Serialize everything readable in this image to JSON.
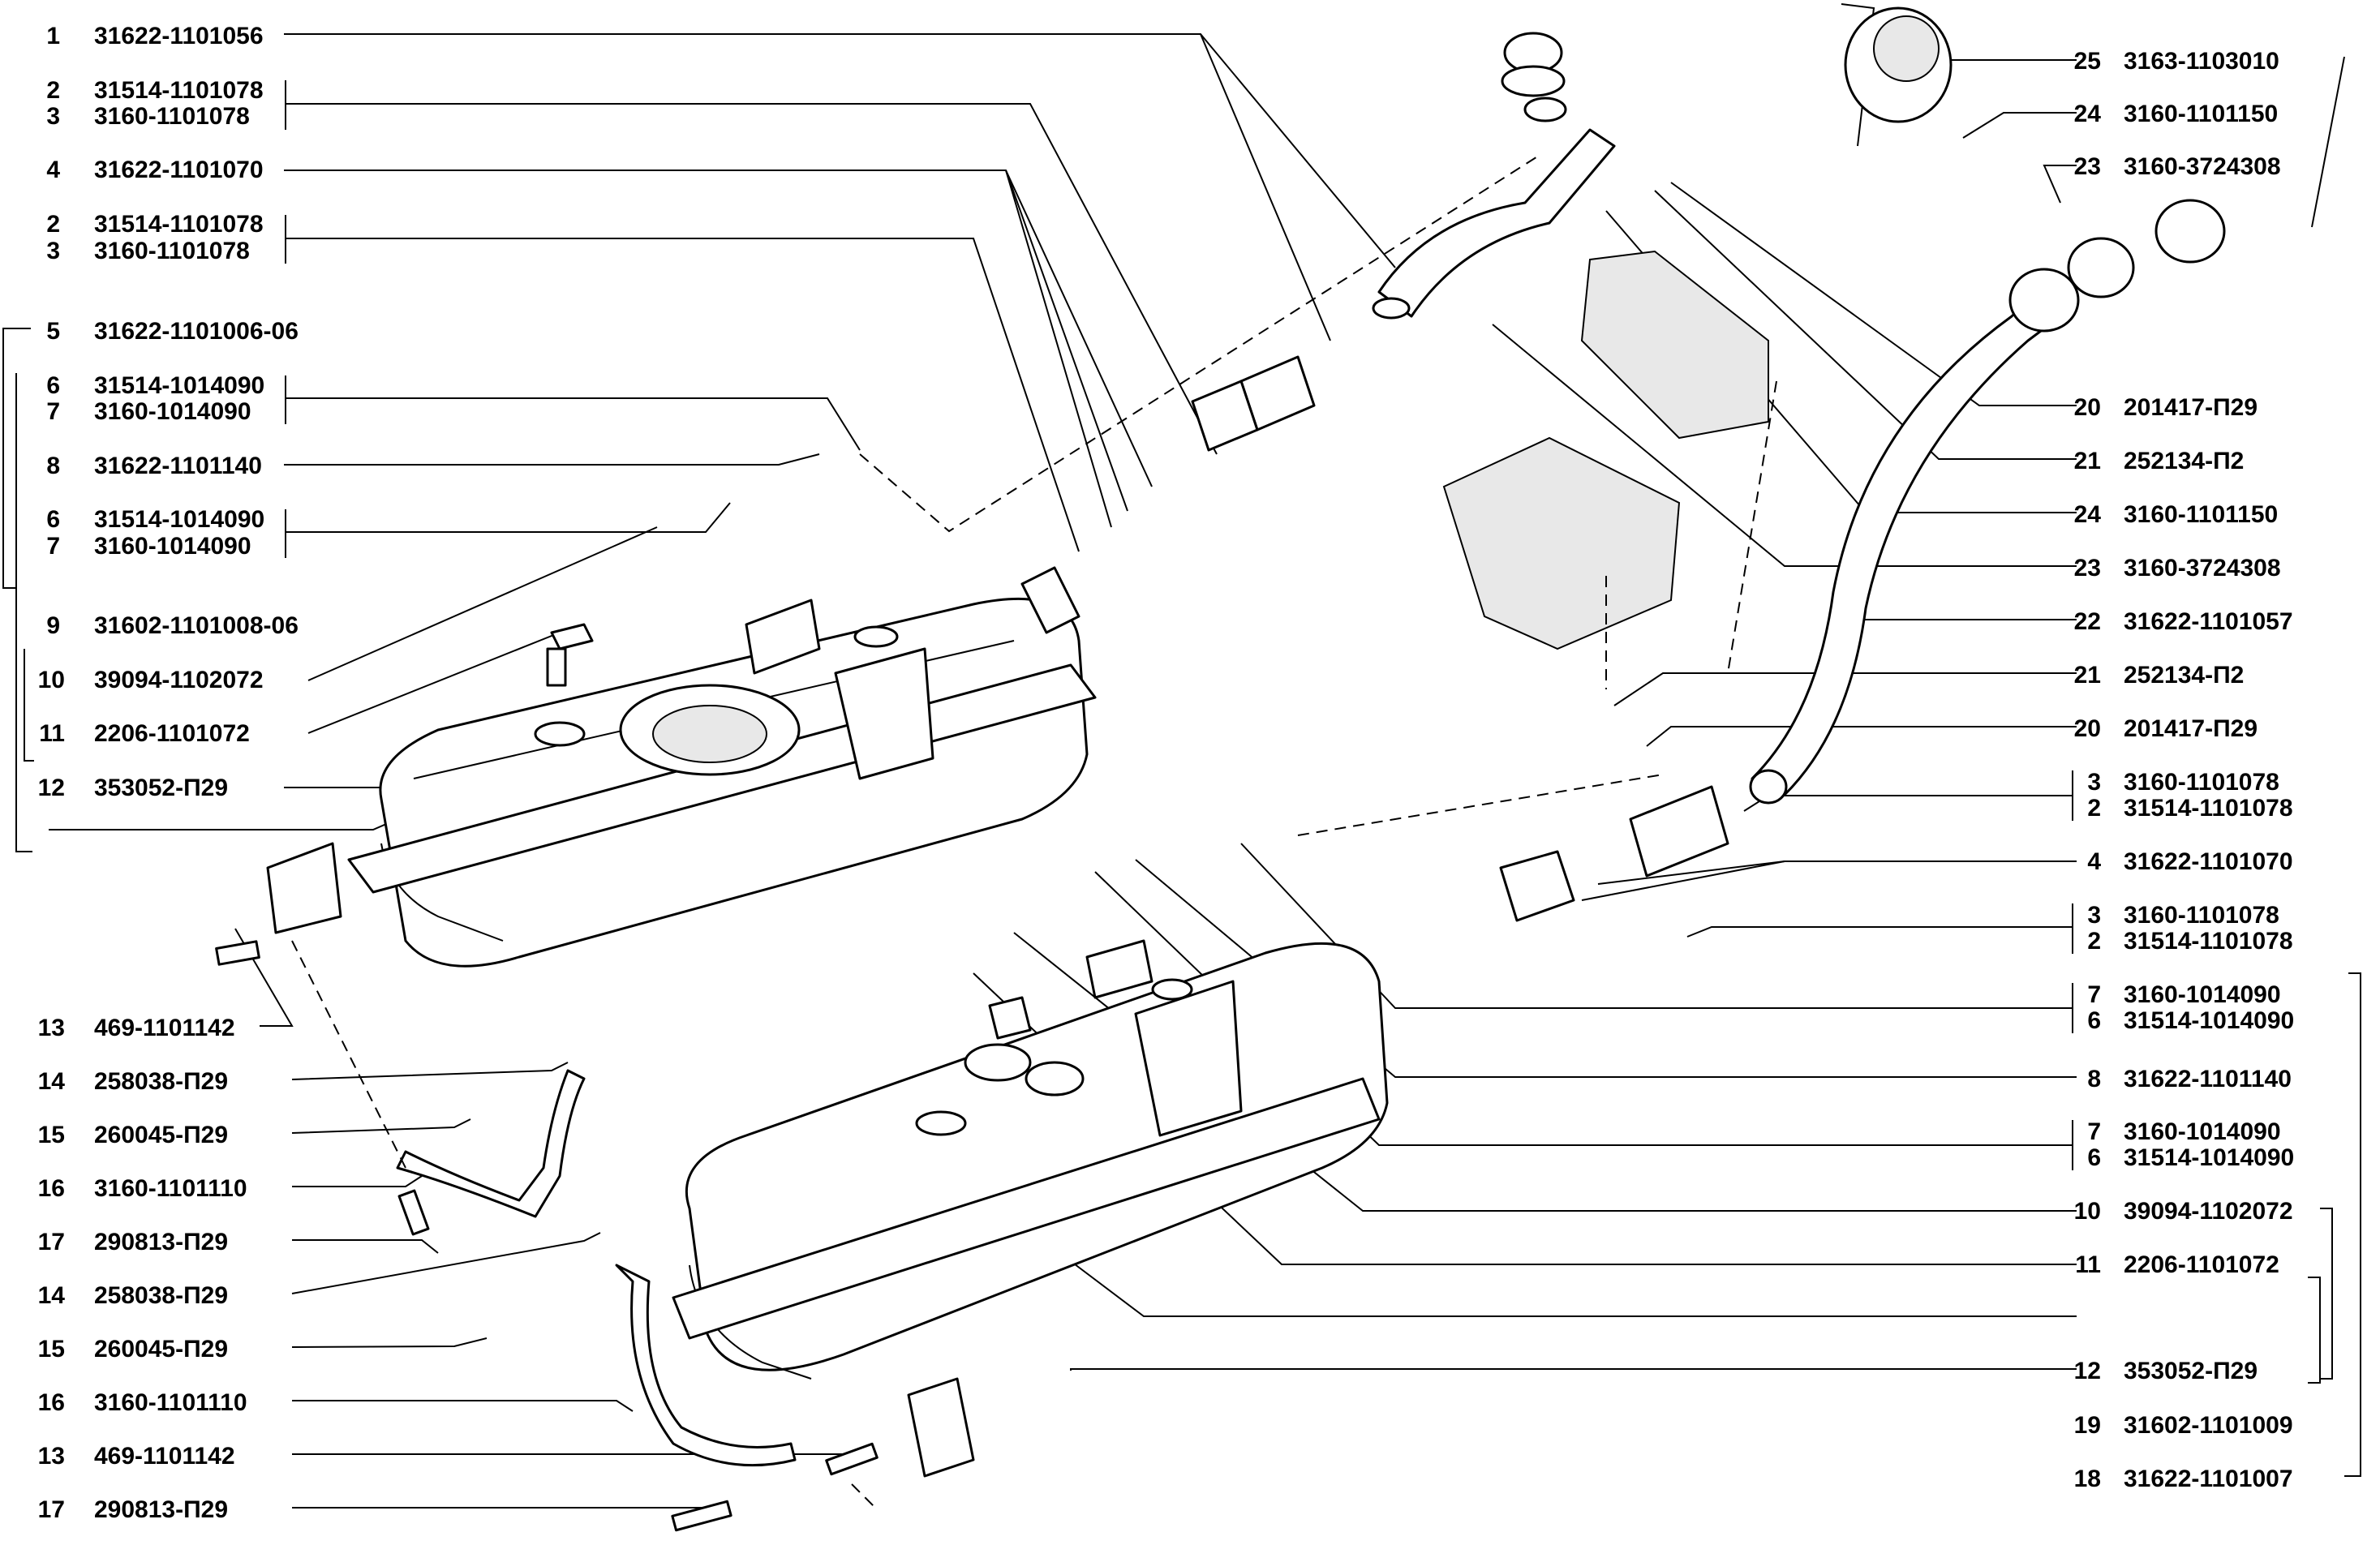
{
  "left_labels": [
    {
      "num": "1",
      "code": "31622-1101056"
    },
    {
      "num": "2",
      "code": "31514-1101078"
    },
    {
      "num": "3",
      "code": "3160-1101078"
    },
    {
      "num": "4",
      "code": "31622-1101070"
    },
    {
      "num": "2",
      "code": "31514-1101078"
    },
    {
      "num": "3",
      "code": "3160-1101078"
    },
    {
      "num": "5",
      "code": "31622-1101006-06"
    },
    {
      "num": "6",
      "code": "31514-1014090"
    },
    {
      "num": "7",
      "code": "3160-1014090"
    },
    {
      "num": "8",
      "code": "31622-1101140"
    },
    {
      "num": "6",
      "code": "31514-1014090"
    },
    {
      "num": "7",
      "code": "3160-1014090"
    },
    {
      "num": "9",
      "code": "31602-1101008-06"
    },
    {
      "num": "10",
      "code": "39094-1102072"
    },
    {
      "num": "11",
      "code": "2206-1101072"
    },
    {
      "num": "12",
      "code": "353052-П29"
    },
    {
      "num": "13",
      "code": "469-1101142"
    },
    {
      "num": "14",
      "code": "258038-П29"
    },
    {
      "num": "15",
      "code": "260045-П29"
    },
    {
      "num": "16",
      "code": "3160-1101110"
    },
    {
      "num": "17",
      "code": "290813-П29"
    },
    {
      "num": "14",
      "code": "258038-П29"
    },
    {
      "num": "15",
      "code": "260045-П29"
    },
    {
      "num": "16",
      "code": "3160-1101110"
    },
    {
      "num": "13",
      "code": "469-1101142"
    },
    {
      "num": "17",
      "code": "290813-П29"
    }
  ],
  "right_labels": [
    {
      "num": "25",
      "code": "3163-1103010"
    },
    {
      "num": "24",
      "code": "3160-1101150"
    },
    {
      "num": "23",
      "code": "3160-3724308"
    },
    {
      "num": "20",
      "code": "201417-П29"
    },
    {
      "num": "21",
      "code": "252134-П2"
    },
    {
      "num": "24",
      "code": "3160-1101150"
    },
    {
      "num": "23",
      "code": "3160-3724308"
    },
    {
      "num": "22",
      "code": "31622-1101057"
    },
    {
      "num": "21",
      "code": "252134-П2"
    },
    {
      "num": "20",
      "code": "201417-П29"
    },
    {
      "num": "3",
      "code": "3160-1101078"
    },
    {
      "num": "2",
      "code": "31514-1101078"
    },
    {
      "num": "4",
      "code": "31622-1101070"
    },
    {
      "num": "3",
      "code": "3160-1101078"
    },
    {
      "num": "2",
      "code": "31514-1101078"
    },
    {
      "num": "7",
      "code": "3160-1014090"
    },
    {
      "num": "6",
      "code": "31514-1014090"
    },
    {
      "num": "8",
      "code": "31622-1101140"
    },
    {
      "num": "7",
      "code": "3160-1014090"
    },
    {
      "num": "6",
      "code": "31514-1014090"
    },
    {
      "num": "10",
      "code": "39094-1102072"
    },
    {
      "num": "11",
      "code": "2206-1101072"
    },
    {
      "num": "12",
      "code": "353052-П29"
    },
    {
      "num": "19",
      "code": "31602-1101009"
    },
    {
      "num": "18",
      "code": "31622-1101007"
    }
  ]
}
